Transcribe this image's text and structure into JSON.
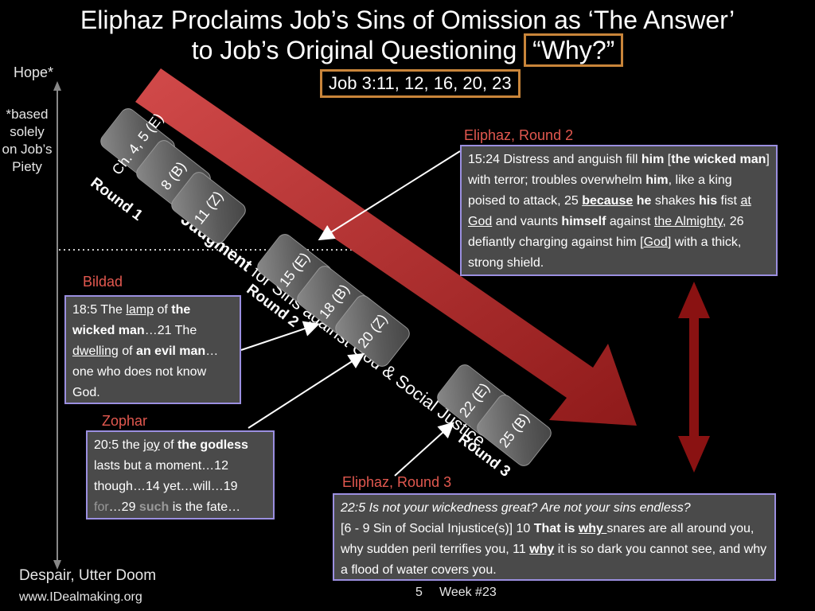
{
  "title": {
    "line1": "Eliphaz Proclaims Job’s Sins of Omission as ‘The Answer’",
    "line2": "to Job’s Original Questioning",
    "why": "“Why?”",
    "reference": "Job 3:11, 12, 16, 20, 23"
  },
  "axis": {
    "top": "Hope*",
    "note": "*based solely on Job’s Piety",
    "bottom": "Despair, Utter Doom"
  },
  "arrow": {
    "bold": "Judgment",
    "rest": " for Sins against God & Social Justice"
  },
  "cards": [
    {
      "label": "Ch. 4, 5 (E)"
    },
    {
      "label": "8 (B)"
    },
    {
      "label": "11 (Z)"
    },
    {
      "label": "15 (E)"
    },
    {
      "label": "18 (B)"
    },
    {
      "label": "20 (Z)"
    },
    {
      "label": "22 (E)"
    },
    {
      "label": "25 (B)"
    }
  ],
  "rounds": [
    "Round 1",
    "Round 2",
    "Round 3"
  ],
  "speakers": {
    "eliphaz2": "Eliphaz, Round 2",
    "bildad": "Bildad",
    "zophar": "Zophar",
    "eliphaz3": "Eliphaz, Round 3"
  },
  "panels": {
    "eliphaz2": {
      "t1": "15:24 Distress and anguish fill ",
      "b1": "him",
      "t2": "  [",
      "b2": "the wicked man",
      "t3": "] with terror; troubles overwhelm ",
      "b3": "him",
      "t4": ", like a king poised to attack, 25 ",
      "bu1": "because",
      "t5": " ",
      "b4": "he",
      "t6": " shakes ",
      "b5": "his",
      "t7": " fist ",
      "u1": "at God",
      "t8": " and vaunts ",
      "b6": "himself",
      "t9": " against ",
      "u2": "the Almighty",
      "t10": ", 26 defiantly charging against him [",
      "u3": "God",
      "t11": "] with a thick, strong shield."
    },
    "bildad": {
      "t1": "18:5 The ",
      "u1": "lamp",
      "t2": " of ",
      "b1": "the wicked man",
      "t3": "…21 The ",
      "u2": "dwelling",
      "t4": " of ",
      "b2": "an evil man",
      "t5": "…one who does not know God."
    },
    "zophar": {
      "t1": "20:5 the ",
      "u1": "joy",
      "t2": " of ",
      "b1": "the godless",
      "t3": " lasts but a moment…12 though…14 yet…will…19 ",
      "g1": "for",
      "t4": "…29 ",
      "g2": "such",
      "t5": " is the fate…"
    },
    "eliphaz3": {
      "i1": "22:5 Is not your wickedness great?  Are not your sins endless?",
      "t1": "[6 - 9 Sin of Social Injustice(s)] 10 ",
      "b1": "That is",
      "t2": " ",
      "bu1": "why ",
      "t3": "snares are all around you, why sudden peril terrifies you, 11 ",
      "bu2": "why",
      "t4": " it is so dark you cannot see, and why a flood of water covers you."
    }
  },
  "footer": {
    "website": "www.IDealmaking.org",
    "page": "5",
    "week": "Week #23"
  },
  "colors": {
    "arrow": "#a32323",
    "panel_border": "#9b8fe0",
    "ref_border": "#c9853a",
    "speaker_label": "#e2584f"
  }
}
